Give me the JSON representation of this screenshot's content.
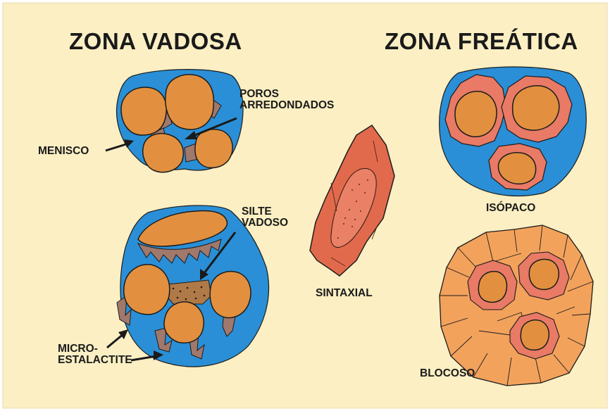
{
  "titles": {
    "vadosa": "ZONA VADOSA",
    "freatica": "ZONA FREÁTICA"
  },
  "labels": {
    "poros": "POROS\nARREDONDADOS",
    "menisco": "MENISCO",
    "silte": "SILTE\nVADOSO",
    "micro": "MICRO-\nESTALACTITE",
    "sintaxial": "SINTAXIAL",
    "isopaco": "ISÓPACO",
    "blocoso": "BLOCOSO"
  },
  "colors": {
    "paper": "#fbefc3",
    "pore_water": "#2a8fd6",
    "grain": "#e2903f",
    "cement": "#e87a66",
    "cement_dark": "#a0786c",
    "blocky": "#f3a25c",
    "silt": "#b07a48",
    "outline": "#1c1c1c"
  }
}
